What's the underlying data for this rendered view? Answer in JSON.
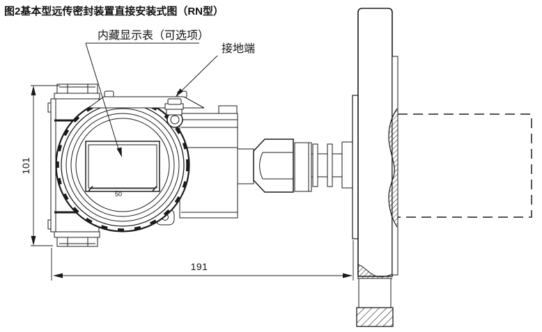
{
  "title": "图2基本型远传密封装置直接安装式图（RN型）",
  "labels": {
    "display_label": "内藏显示表（可选项）",
    "ground_label": "接地端"
  },
  "dimensions": {
    "overall_height": "101",
    "overall_length": "191",
    "display_width": "50"
  },
  "colors": {
    "line": "#1a1a1a",
    "background": "#ffffff"
  }
}
